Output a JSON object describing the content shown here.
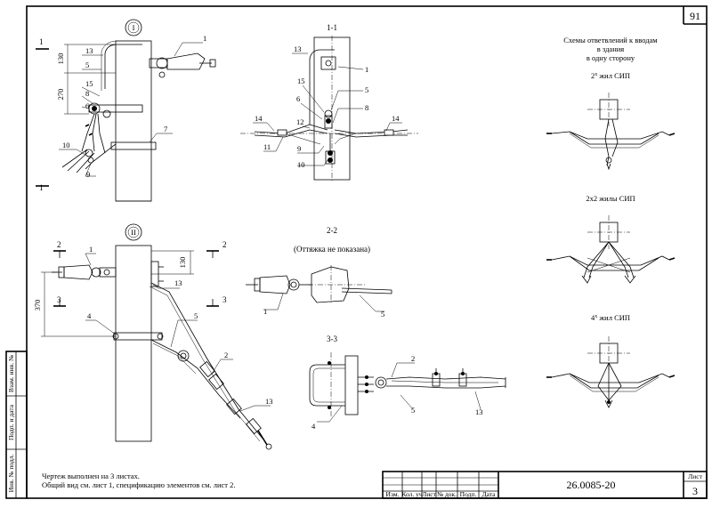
{
  "sheet": {
    "sheet_number_top": "91",
    "doc_code": "26.0085-20",
    "sheet_label": "Лист",
    "sheet_number": "3",
    "notes": [
      "Чертеж выполнен на 3 листах.",
      "Общий вид см. лист 1, спецификацию элементов см. лист 2."
    ],
    "side_stamp": [
      "Взам. инв. №",
      "Подп. и дата",
      "Инв. № подл."
    ],
    "title_block_headers": [
      "Изм.",
      "Кол. уч",
      "Лист",
      "№ док.",
      "Подп.",
      "Дата"
    ]
  },
  "view1": {
    "circle_label": "I",
    "section_mark": "1",
    "dim_top": "130",
    "dim_main": "270",
    "callouts": [
      "1",
      "13",
      "5",
      "15",
      "8",
      "6",
      "7",
      "10",
      "9"
    ]
  },
  "view2": {
    "circle_label": "II",
    "section_mark_2": "2",
    "section_mark_3": "3",
    "dim_top": "130",
    "dim_main": "370",
    "callouts": [
      "1",
      "13",
      "4",
      "5",
      "2",
      "13"
    ]
  },
  "section11": {
    "title": "1-1",
    "callouts": [
      "13",
      "1",
      "15",
      "5",
      "6",
      "8",
      "12",
      "14",
      "14",
      "11",
      "9",
      "10"
    ]
  },
  "section22": {
    "title": "2-2",
    "subtitle": "(Оттяжка не показана)",
    "callouts": [
      "1",
      "5"
    ]
  },
  "section33": {
    "title": "3-3",
    "callouts": [
      "2",
      "5",
      "13",
      "4"
    ]
  },
  "schemes": {
    "title_lines": [
      "Схемы ответвлений к вводам",
      "в здания",
      "в одну сторону"
    ],
    "scheme1_label": "2",
    "scheme1_sup": "х",
    "scheme1_suffix": "жил СИП",
    "scheme2_label": "2x2 жилы СИП",
    "scheme3_label": "4",
    "scheme3_sup": "х",
    "scheme3_suffix": "жил СИП"
  }
}
